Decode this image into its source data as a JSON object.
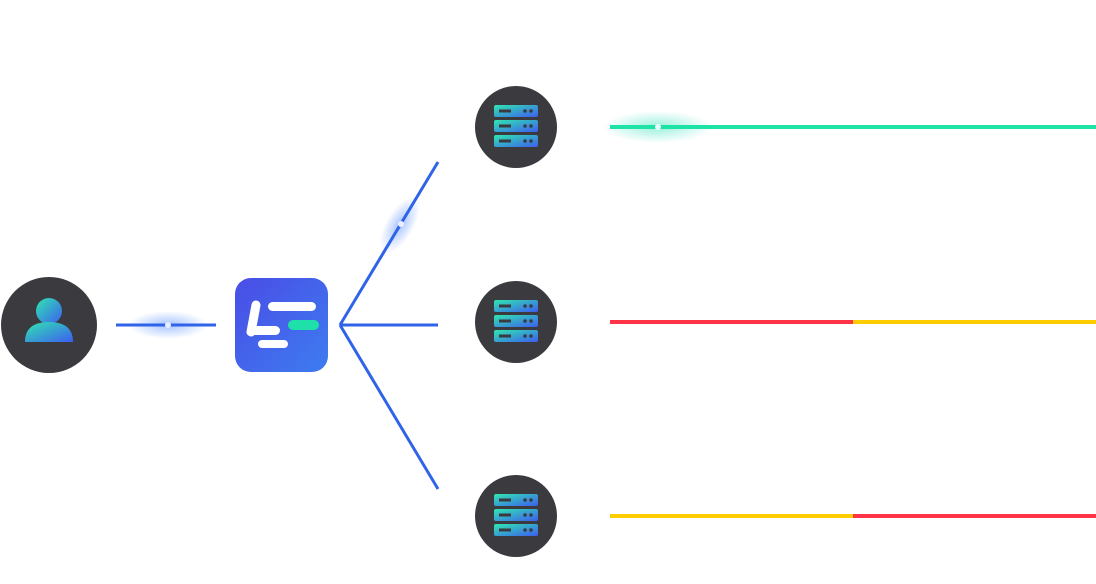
{
  "colors": {
    "node_bg": "#3a3a3f",
    "link_blue": "#2f63e8",
    "logo_bg_start": "#4a4de6",
    "logo_bg_end": "#3d7cf0",
    "logo_accent": "#1fe0a8",
    "icon_grad_start": "#2fe6b0",
    "icon_grad_end": "#3d5ef0",
    "status_green": "#1de3a6",
    "status_red": "#ff3346",
    "status_yellow": "#ffcc00"
  },
  "nodes": {
    "user": {
      "icon": "user-icon"
    },
    "gateway": {
      "icon": "app-logo-icon"
    },
    "servers": [
      {
        "icon": "server-icon",
        "status": [
          {
            "color": "green",
            "fraction": 1.0
          }
        ]
      },
      {
        "icon": "server-icon",
        "status": [
          {
            "color": "red",
            "fraction": 0.5
          },
          {
            "color": "yellow",
            "fraction": 0.5
          }
        ]
      },
      {
        "icon": "server-icon",
        "status": [
          {
            "color": "yellow",
            "fraction": 0.5
          },
          {
            "color": "red",
            "fraction": 0.5
          }
        ]
      }
    ]
  }
}
